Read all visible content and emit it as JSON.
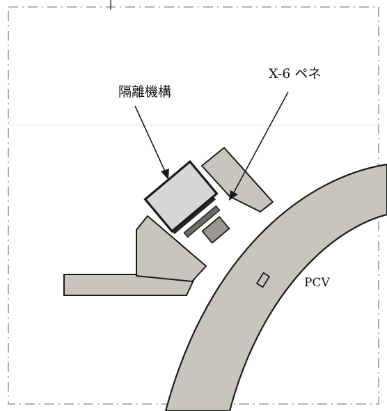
{
  "labels": {
    "isolation_mechanism": "隔離機構",
    "penetration": "X-6 ペネ",
    "vessel": "PCV"
  },
  "colors": {
    "component_fill": "#c8c5be",
    "isolator_face": "#d6d6d6",
    "stroke": "#1a1a1a",
    "frame_dash": "#9a9a9a",
    "background": "#ffffff"
  }
}
